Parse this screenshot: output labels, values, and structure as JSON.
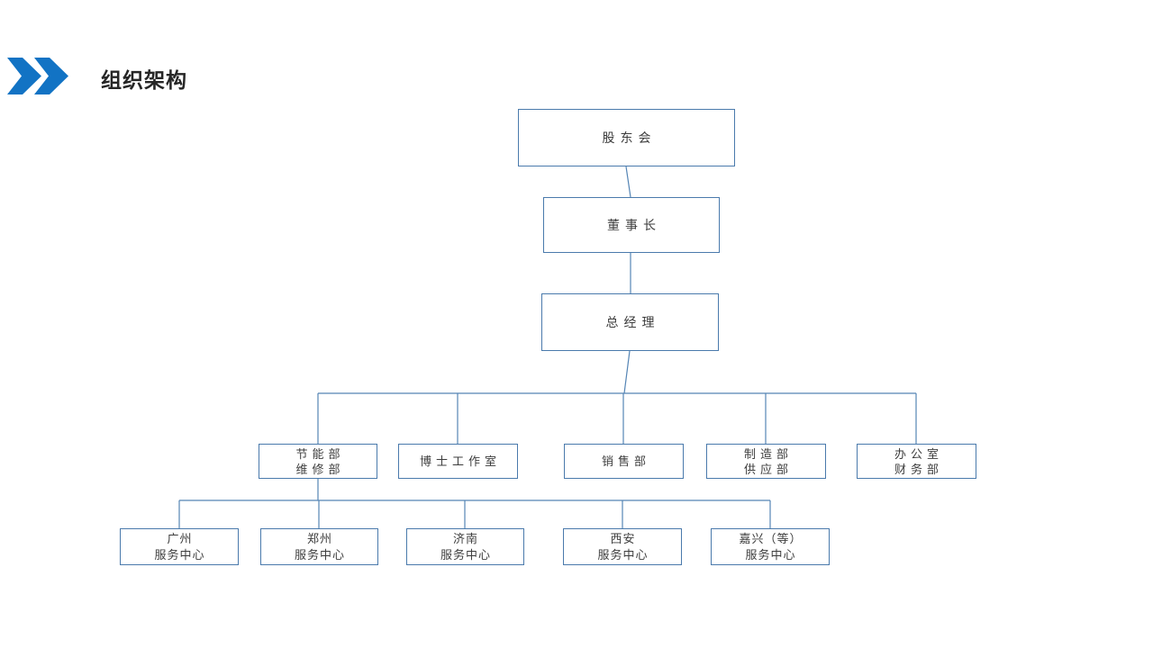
{
  "title": "组织架构",
  "colors": {
    "accent_blue": "#1273c4",
    "box_border": "#4a7aac",
    "connector_line": "#5585b5",
    "text": "#3d3d3d",
    "title_text": "#262626"
  },
  "org_chart": {
    "level1": {
      "label": "股东会"
    },
    "level2": {
      "label": "董事长"
    },
    "level3": {
      "label": "总经理"
    },
    "departments": [
      {
        "lines": [
          "节能部",
          "维修部"
        ]
      },
      {
        "lines": [
          "博士工作室"
        ]
      },
      {
        "lines": [
          "销售部"
        ]
      },
      {
        "lines": [
          "制造部",
          "供应部"
        ]
      },
      {
        "lines": [
          "办公室",
          "财务部"
        ]
      }
    ],
    "service_centers": [
      {
        "lines": [
          "广州",
          "服务中心"
        ]
      },
      {
        "lines": [
          "郑州",
          "服务中心"
        ]
      },
      {
        "lines": [
          "济南",
          "服务中心"
        ]
      },
      {
        "lines": [
          "西安",
          "服务中心"
        ]
      },
      {
        "lines": [
          "嘉兴（等）",
          "服务中心"
        ]
      }
    ]
  }
}
